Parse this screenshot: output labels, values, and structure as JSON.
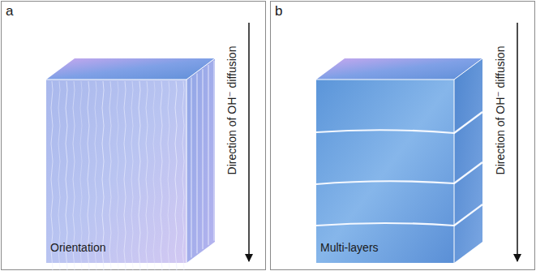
{
  "diagram": {
    "labels": [
      "a",
      "Orientation",
      "Direction of OH⁻ diffusion",
      "b",
      "Multi-layers",
      "Direction of OH⁻ diffusion"
    ]
  }
}
